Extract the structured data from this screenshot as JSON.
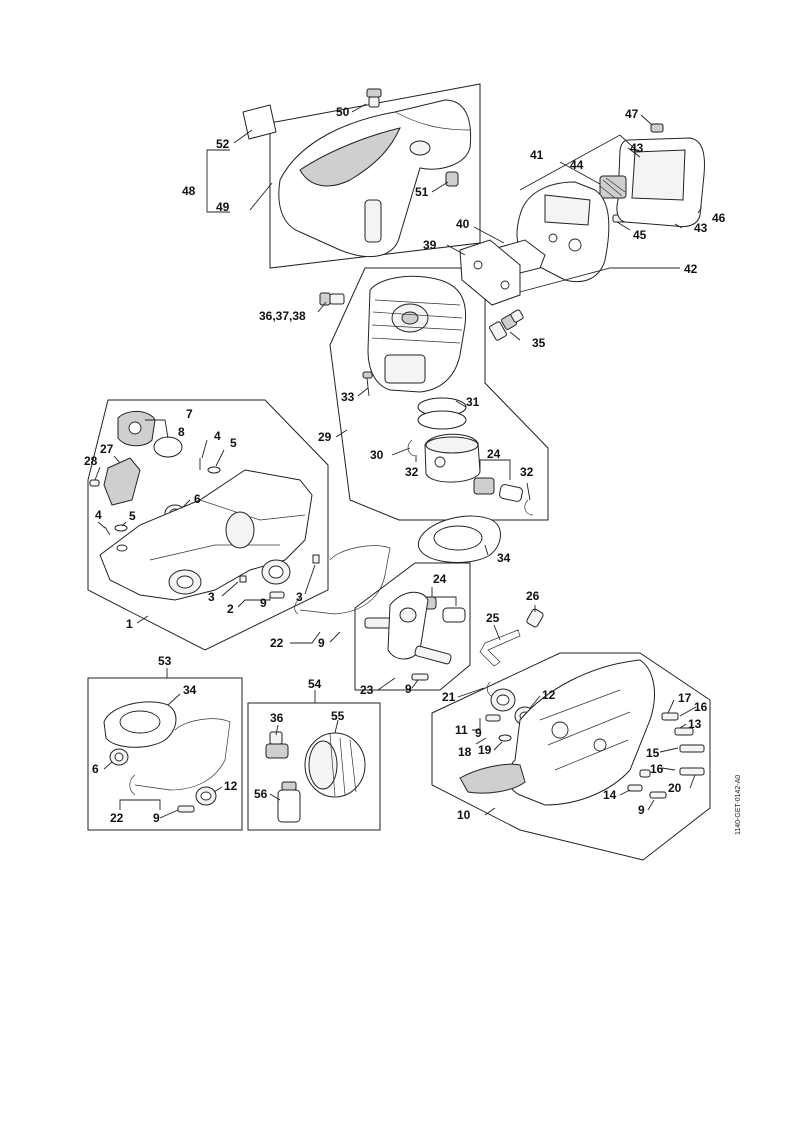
{
  "drawing_code": "1140-GET-0142-A0",
  "labels": [
    {
      "id": "l50",
      "text": "50"
    },
    {
      "id": "l52",
      "text": "52"
    },
    {
      "id": "l48",
      "text": "48"
    },
    {
      "id": "l49",
      "text": "49"
    },
    {
      "id": "l51",
      "text": "51"
    },
    {
      "id": "l47",
      "text": "47"
    },
    {
      "id": "l41",
      "text": "41"
    },
    {
      "id": "l44",
      "text": "44"
    },
    {
      "id": "l43a",
      "text": "43"
    },
    {
      "id": "l46",
      "text": "46"
    },
    {
      "id": "l43b",
      "text": "43"
    },
    {
      "id": "l45",
      "text": "45"
    },
    {
      "id": "l40",
      "text": "40"
    },
    {
      "id": "l39",
      "text": "39"
    },
    {
      "id": "l42",
      "text": "42"
    },
    {
      "id": "l36",
      "text": "36,37,38"
    },
    {
      "id": "l35",
      "text": "35"
    },
    {
      "id": "l33",
      "text": "33"
    },
    {
      "id": "l31",
      "text": "31"
    },
    {
      "id": "l29",
      "text": "29"
    },
    {
      "id": "l30",
      "text": "30"
    },
    {
      "id": "l32a",
      "text": "32"
    },
    {
      "id": "l24a",
      "text": "24"
    },
    {
      "id": "l32b",
      "text": "32"
    },
    {
      "id": "l7",
      "text": "7"
    },
    {
      "id": "l8",
      "text": "8"
    },
    {
      "id": "l4a",
      "text": "4"
    },
    {
      "id": "l5a",
      "text": "5"
    },
    {
      "id": "l27",
      "text": "27"
    },
    {
      "id": "l28",
      "text": "28"
    },
    {
      "id": "l6a",
      "text": "6"
    },
    {
      "id": "l4b",
      "text": "4"
    },
    {
      "id": "l5b",
      "text": "5"
    },
    {
      "id": "l3a",
      "text": "3"
    },
    {
      "id": "l2",
      "text": "2"
    },
    {
      "id": "l9a",
      "text": "9"
    },
    {
      "id": "l3b",
      "text": "3"
    },
    {
      "id": "l1",
      "text": "1"
    },
    {
      "id": "l34a",
      "text": "34"
    },
    {
      "id": "l22a",
      "text": "22"
    },
    {
      "id": "l9b",
      "text": "9"
    },
    {
      "id": "l24b",
      "text": "24"
    },
    {
      "id": "l26",
      "text": "26"
    },
    {
      "id": "l25",
      "text": "25"
    },
    {
      "id": "l23",
      "text": "23"
    },
    {
      "id": "l9c",
      "text": "9"
    },
    {
      "id": "l21",
      "text": "21"
    },
    {
      "id": "l12a",
      "text": "12"
    },
    {
      "id": "l11",
      "text": "11"
    },
    {
      "id": "l9d",
      "text": "9"
    },
    {
      "id": "l18",
      "text": "18"
    },
    {
      "id": "l19",
      "text": "19"
    },
    {
      "id": "l17",
      "text": "17"
    },
    {
      "id": "l16a",
      "text": "16"
    },
    {
      "id": "l13",
      "text": "13"
    },
    {
      "id": "l15",
      "text": "15"
    },
    {
      "id": "l16b",
      "text": "16"
    },
    {
      "id": "l20",
      "text": "20"
    },
    {
      "id": "l14",
      "text": "14"
    },
    {
      "id": "l9e",
      "text": "9"
    },
    {
      "id": "l10",
      "text": "10"
    },
    {
      "id": "l53",
      "text": "53"
    },
    {
      "id": "l34b",
      "text": "34"
    },
    {
      "id": "l6b",
      "text": "6"
    },
    {
      "id": "l12b",
      "text": "12"
    },
    {
      "id": "l22b",
      "text": "22"
    },
    {
      "id": "l9f",
      "text": "9"
    },
    {
      "id": "l54",
      "text": "54"
    },
    {
      "id": "l36b",
      "text": "36"
    },
    {
      "id": "l55",
      "text": "55"
    },
    {
      "id": "l56",
      "text": "56"
    }
  ]
}
